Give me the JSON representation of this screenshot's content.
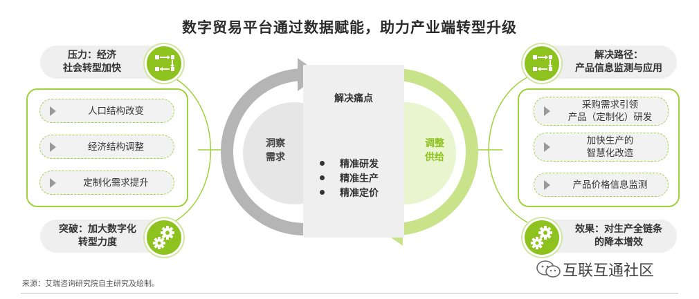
{
  "title": "数字贸易平台通过数据赋能，助力产业端转型升级",
  "left": {
    "top_pill": [
      "压力：经济",
      "社会转型加快"
    ],
    "items": [
      "人口结构改变",
      "经济结构调整",
      "定制化需求提升"
    ],
    "bottom_pill": [
      "突破：加大数字化",
      "转型力度"
    ]
  },
  "right": {
    "top_pill": [
      "解决路径：",
      "产品信息监测与应用"
    ],
    "items": [
      [
        "采购需求引领",
        "产品（定制化）研发"
      ],
      [
        "加快生产的",
        "智慧化改造"
      ],
      [
        "产品价格信息监测"
      ]
    ],
    "bottom_pill": [
      "效果：对生产全链条",
      "的降本增效"
    ]
  },
  "center": {
    "heading": "解决痛点",
    "bullets": [
      "精准研发",
      "精准生产",
      "精准定价"
    ],
    "left_label": [
      "洞察",
      "需求"
    ],
    "right_label": [
      "调整",
      "供给"
    ]
  },
  "colors": {
    "green": "#8dc21f",
    "light_green": "#cfe5a0",
    "gray_arrow": "#b5b5b5",
    "panel": "#efefef"
  },
  "icons": [
    "flow-icon",
    "gears-icon"
  ],
  "source": "来源：艾瑞咨询研究院自主研究及绘制。",
  "watermark": "互联互通社区"
}
